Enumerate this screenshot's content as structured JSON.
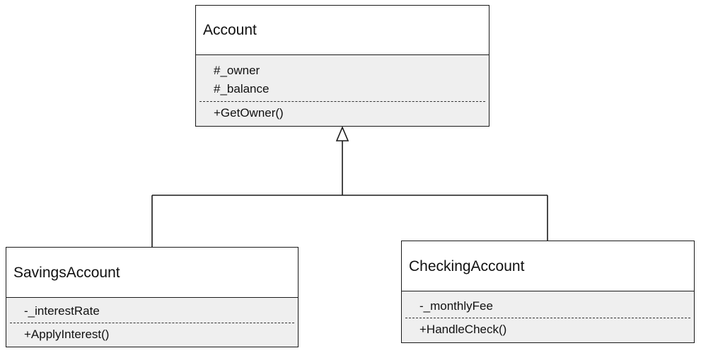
{
  "classes": {
    "account": {
      "name": "Account",
      "attributes": [
        "#_owner",
        "#_balance"
      ],
      "operations": [
        "+GetOwner()"
      ]
    },
    "savings": {
      "name": "SavingsAccount",
      "attributes": [
        "-_interestRate"
      ],
      "operations": [
        "+ApplyInterest()"
      ]
    },
    "checking": {
      "name": "CheckingAccount",
      "attributes": [
        "-_monthlyFee"
      ],
      "operations": [
        "+HandleCheck()"
      ]
    }
  },
  "relations": [
    {
      "type": "generalization",
      "from": "SavingsAccount",
      "to": "Account"
    },
    {
      "type": "generalization",
      "from": "CheckingAccount",
      "to": "Account"
    }
  ]
}
